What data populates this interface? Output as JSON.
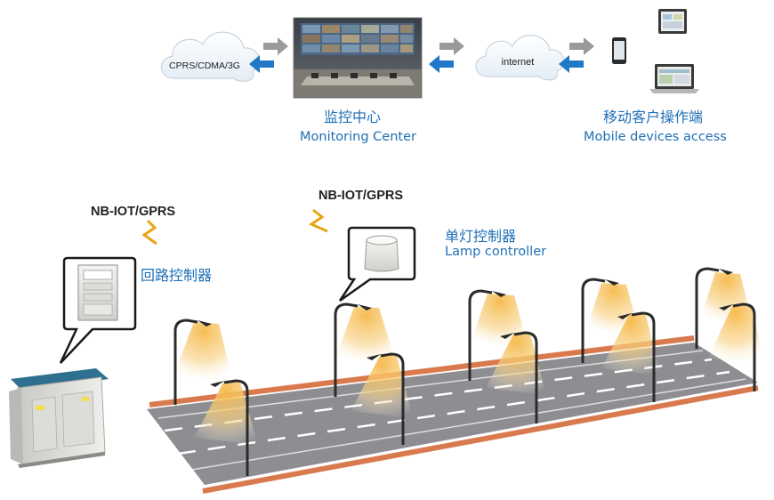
{
  "network": {
    "cloud_left_label": "CPRS/CDMA/3G",
    "cloud_right_label": "internet"
  },
  "monitoring_center": {
    "label_cn": "监控中心",
    "label_en": "Monitoring Center"
  },
  "mobile_access": {
    "label_cn": "移动客户操作端",
    "label_en": "Mobile devices access"
  },
  "loop_controller": {
    "protocol": "NB-IOT/GPRS",
    "label_cn": "回路控制器"
  },
  "lamp_controller": {
    "protocol": "NB-IOT/GPRS",
    "label_cn": "单灯控制器",
    "label_en": "Lamp controller"
  },
  "colors": {
    "label_blue": "#1f6fb5",
    "arrow_blue": "#1f78c8",
    "arrow_gray": "#9a9a9a",
    "road": "#8e8e92",
    "curb": "#d97a4e",
    "lamp_glow": "#f4c45e",
    "signal": "#e8a516"
  }
}
